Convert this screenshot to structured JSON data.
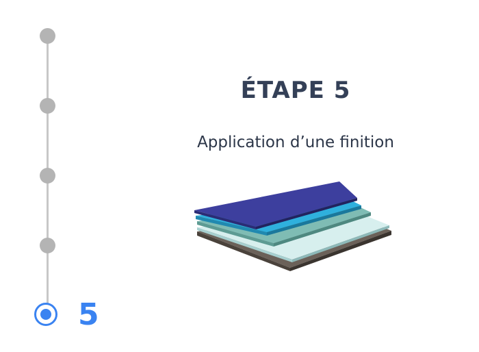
{
  "stepper": {
    "steps": [
      {
        "state": "completed"
      },
      {
        "state": "completed"
      },
      {
        "state": "completed"
      },
      {
        "state": "completed"
      },
      {
        "state": "current"
      }
    ],
    "current_number": "5",
    "colors": {
      "inactive": "#b4b4b4",
      "line": "#c7c7c7",
      "active": "#3a83f1"
    }
  },
  "content": {
    "title": "ÉTAPE 5",
    "subtitle": "Application d’une finition",
    "illustration_icon": "stacked-layers-icon",
    "layer_colors": [
      "#6e635a",
      "#8fc7c0",
      "#bfe4e5",
      "#34b2dc",
      "#3d3f9c"
    ]
  }
}
